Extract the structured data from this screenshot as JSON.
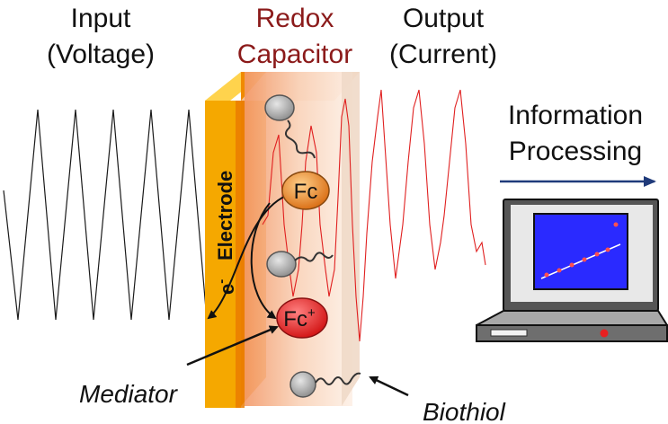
{
  "labels": {
    "input_line1": "Input",
    "input_line2": "(Voltage)",
    "redox_line1": "Redox",
    "redox_line2": "Capacitor",
    "output_line1": "Output",
    "output_line2": "(Current)",
    "info_line1": "Information",
    "info_line2": "Processing",
    "electrode": "Electrode",
    "electron": "e",
    "electron_sup": "-",
    "fc": "Fc",
    "fc_plus": "Fc",
    "fc_plus_sup": "+",
    "mediator": "Mediator",
    "biothiol": "Biothiol"
  },
  "colors": {
    "redox_text": "#8b1a1a",
    "electrode_orange": "#f5a800",
    "electrode_dark": "#e87a00",
    "capacitor_fill": "#f6c7a6",
    "fc_orange": "#e8831e",
    "fc_plus_red": "#e82020",
    "output_wave": "#e02020",
    "input_wave": "#1a1a1a",
    "arrow_blue": "#1f3a7a",
    "screen_blue": "#2a2aff"
  },
  "icons": [
    "monitor-laptop-icon",
    "arrow-right-icon",
    "thiol-molecule-icon"
  ]
}
